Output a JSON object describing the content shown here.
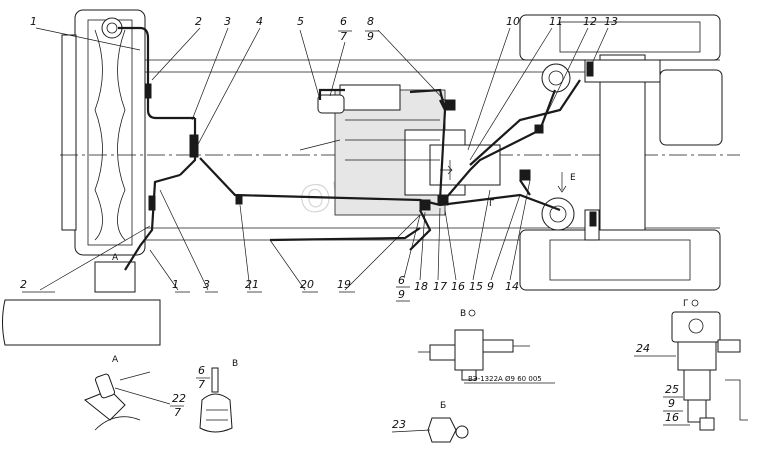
{
  "watermark": "OPEX",
  "part_number_box": "ВЭ-1322А Ø9 60 005",
  "top_callouts": [
    "1",
    "2",
    "3",
    "4",
    "5",
    "6",
    "7",
    "8",
    "9",
    "10",
    "11",
    "12",
    "13"
  ],
  "left_callouts": [
    "2",
    "1",
    "3",
    "21",
    "20",
    "19"
  ],
  "bottom_callouts": [
    "6",
    "9",
    "18",
    "17",
    "16",
    "15",
    "9",
    "14"
  ],
  "view_letters": {
    "a_top": "А",
    "a_detail": "А",
    "b": "Б",
    "v": "В",
    "g": "Г",
    "e": "Е",
    "g_mark": "Г",
    "e_mark": "Е"
  },
  "detail_callouts": {
    "d22": "22",
    "d7a": "7",
    "d6": "6",
    "d7b": "7",
    "d23": "23",
    "d24": "24",
    "d25": "25",
    "d9": "9",
    "d16": "16"
  }
}
